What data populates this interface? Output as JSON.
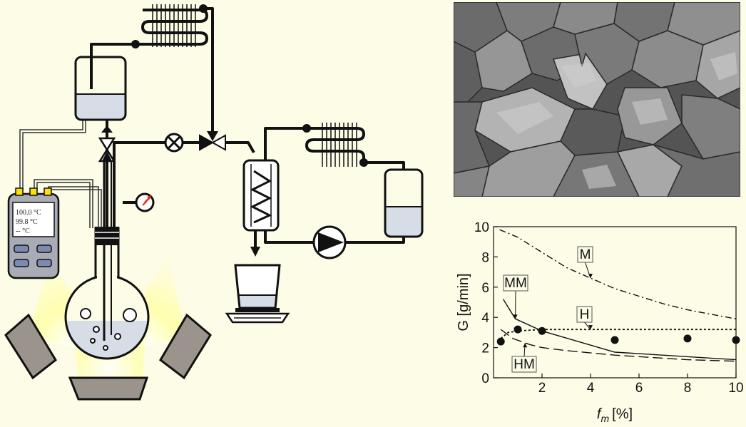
{
  "thermometer": {
    "reading_1": "100.0 °C",
    "reading_2": "99.8 °C",
    "reading_3": "-- °C"
  },
  "sem_image": {
    "icon": "sem-micrograph-flakes"
  },
  "colors": {
    "background": "#fdfce6",
    "line": "#111111",
    "liquid": "#d7dde7",
    "light": "#ffff9c",
    "lamp": "#9a948c",
    "gauge_needle": "#e03010"
  },
  "chart_data": {
    "type": "line",
    "xlabel_symbol": "f",
    "xlabel_subscript": "m",
    "xlabel_unit": "[%]",
    "ylabel": "G [g/min]",
    "xlim": [
      0,
      10
    ],
    "ylim": [
      0,
      10
    ],
    "xticks": [
      2,
      4,
      6,
      8,
      10
    ],
    "yticks": [
      0,
      2,
      4,
      6,
      8,
      10
    ],
    "grid": false,
    "series": [
      {
        "name": "M",
        "style": "dash-dot",
        "x": [
          0.25,
          1,
          2,
          3,
          4,
          5,
          6,
          7,
          8,
          9,
          10
        ],
        "y": [
          9.8,
          9.3,
          8.3,
          7.3,
          6.6,
          5.9,
          5.4,
          4.9,
          4.5,
          4.2,
          3.9
        ]
      },
      {
        "name": "MM",
        "style": "solid",
        "x": [
          0.4,
          0.9,
          2,
          5,
          10
        ],
        "y": [
          5.2,
          3.9,
          3.1,
          1.7,
          1.2
        ]
      },
      {
        "name": "H",
        "style": "dotted",
        "x": [
          0.3,
          0.6,
          1,
          1.5,
          2,
          4,
          6,
          8,
          10
        ],
        "y": [
          2.6,
          3.0,
          3.1,
          3.15,
          3.2,
          3.2,
          3.2,
          3.2,
          3.2
        ]
      },
      {
        "name": "HM",
        "style": "dashed",
        "x": [
          0.3,
          0.8,
          1.5,
          2,
          3,
          5,
          8,
          10
        ],
        "y": [
          3.2,
          2.6,
          2.2,
          2.0,
          1.8,
          1.5,
          1.2,
          1.1
        ]
      }
    ],
    "points": {
      "x": [
        0.3,
        1,
        2,
        5,
        8,
        10
      ],
      "y": [
        2.4,
        3.2,
        3.1,
        2.5,
        2.6,
        2.5
      ]
    },
    "annotations": [
      {
        "text": "M",
        "target_x": 4,
        "target_y": 6.6
      },
      {
        "text": "MM",
        "target_x": 0.9,
        "target_y": 3.9
      },
      {
        "text": "H",
        "target_x": 4,
        "target_y": 3.2
      },
      {
        "text": "HM",
        "target_x": 1.3,
        "target_y": 2.3
      }
    ]
  }
}
